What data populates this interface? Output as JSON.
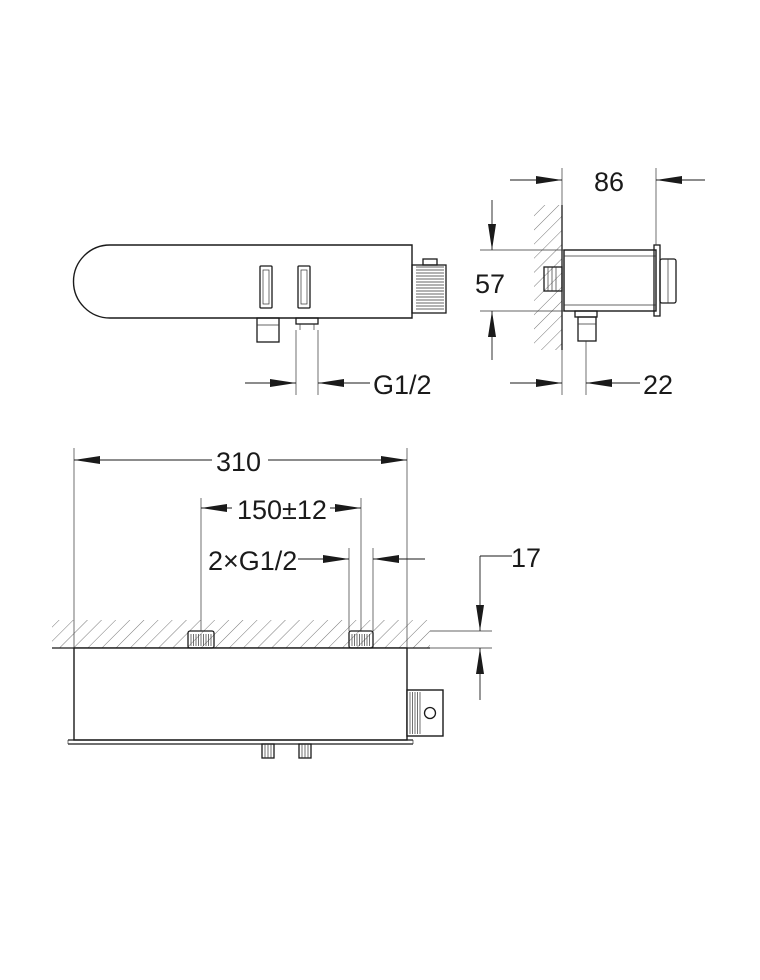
{
  "dimensions": {
    "width_side": "86",
    "height_side": "57",
    "inlet_thread_top": "G1/2",
    "depth_side": "22",
    "total_length": "310",
    "inlet_spacing": "150±12",
    "inlet_threads": "2×G1/2",
    "projection": "17"
  },
  "colors": {
    "line": "#1a1a1a",
    "background": "#ffffff"
  }
}
